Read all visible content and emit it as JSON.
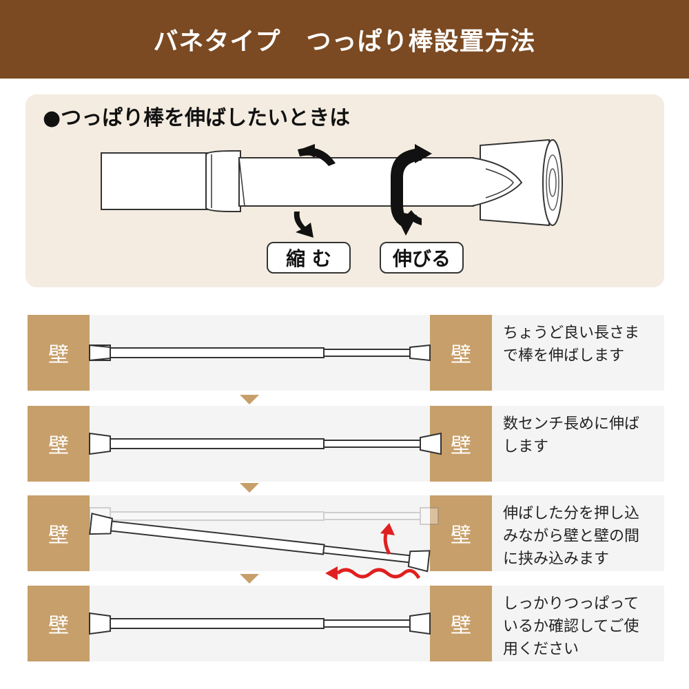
{
  "header": {
    "title": "バネタイプ　つっぱり棒設置方法"
  },
  "top": {
    "subtitle": "●つっぱり棒を伸ばしたいときは",
    "shrink_label": "縮 む",
    "extend_label": "伸びる"
  },
  "steps": [
    {
      "wall_left": "壁",
      "wall_right": "壁",
      "desc": [
        "ちょうど良い長さま",
        "で棒を伸ばします"
      ]
    },
    {
      "wall_left": "壁",
      "wall_right": "壁",
      "desc": [
        "数センチ長めに伸ば",
        "します"
      ]
    },
    {
      "wall_left": "壁",
      "wall_right": "壁",
      "desc": [
        "伸ばした分を押し込",
        "みながら壁と壁の間",
        "に挟み込みます"
      ]
    },
    {
      "wall_left": "壁",
      "wall_right": "壁",
      "desc": [
        "しっかりつっぱって",
        "いるか確認してご使",
        "用ください"
      ]
    }
  ],
  "colors": {
    "header_bg": "#7b4a22",
    "wall": "#c79f6a",
    "panel_bg": "#f4ece0",
    "arrow_red": "#e02020"
  },
  "icons": [
    "rotate-left-arrow-icon",
    "rotate-right-arrow-icon",
    "step-down-triangle-icon",
    "push-up-arrow-icon",
    "push-left-wavy-arrow-icon"
  ]
}
